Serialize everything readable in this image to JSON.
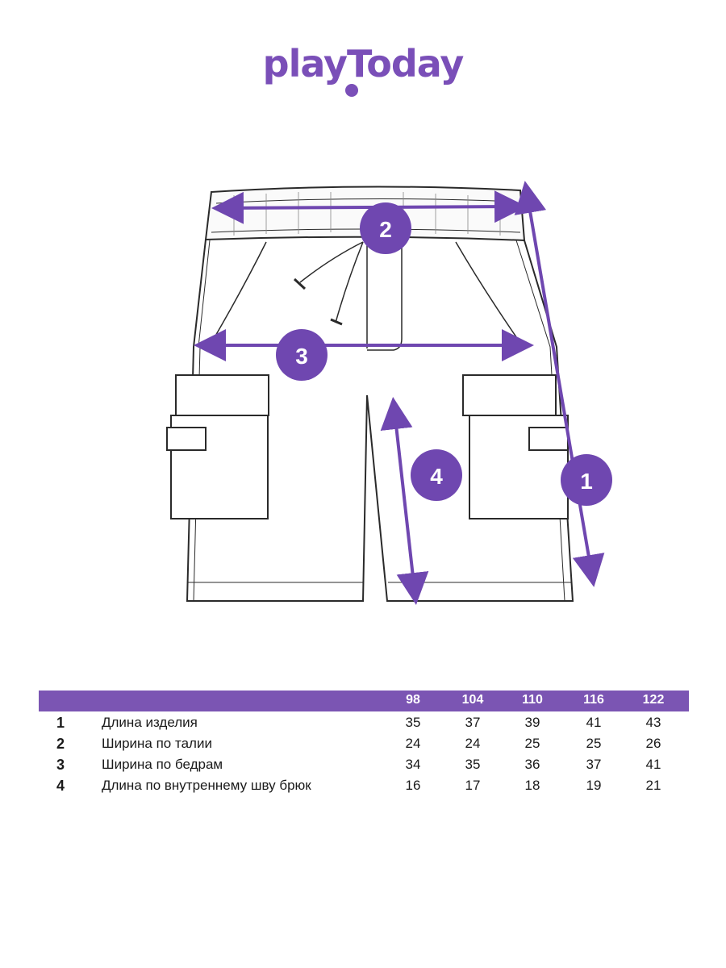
{
  "brand": {
    "logo_text": "playToday",
    "color": "#7a4fb8"
  },
  "markers": [
    "1",
    "2",
    "3",
    "4"
  ],
  "table": {
    "header_color": "#7b55b3",
    "sizes": [
      "98",
      "104",
      "110",
      "116",
      "122"
    ],
    "rows": [
      {
        "num": "1",
        "label": "Длина изделия",
        "values": [
          "35",
          "37",
          "39",
          "41",
          "43"
        ]
      },
      {
        "num": "2",
        "label": "Ширина по талии",
        "values": [
          "24",
          "24",
          "25",
          "25",
          "26"
        ]
      },
      {
        "num": "3",
        "label": "Ширина по бедрам",
        "values": [
          "34",
          "35",
          "36",
          "37",
          "41"
        ]
      },
      {
        "num": "4",
        "label": "Длина по внутреннему шву брюк",
        "values": [
          "16",
          "17",
          "18",
          "19",
          "21"
        ]
      }
    ]
  }
}
